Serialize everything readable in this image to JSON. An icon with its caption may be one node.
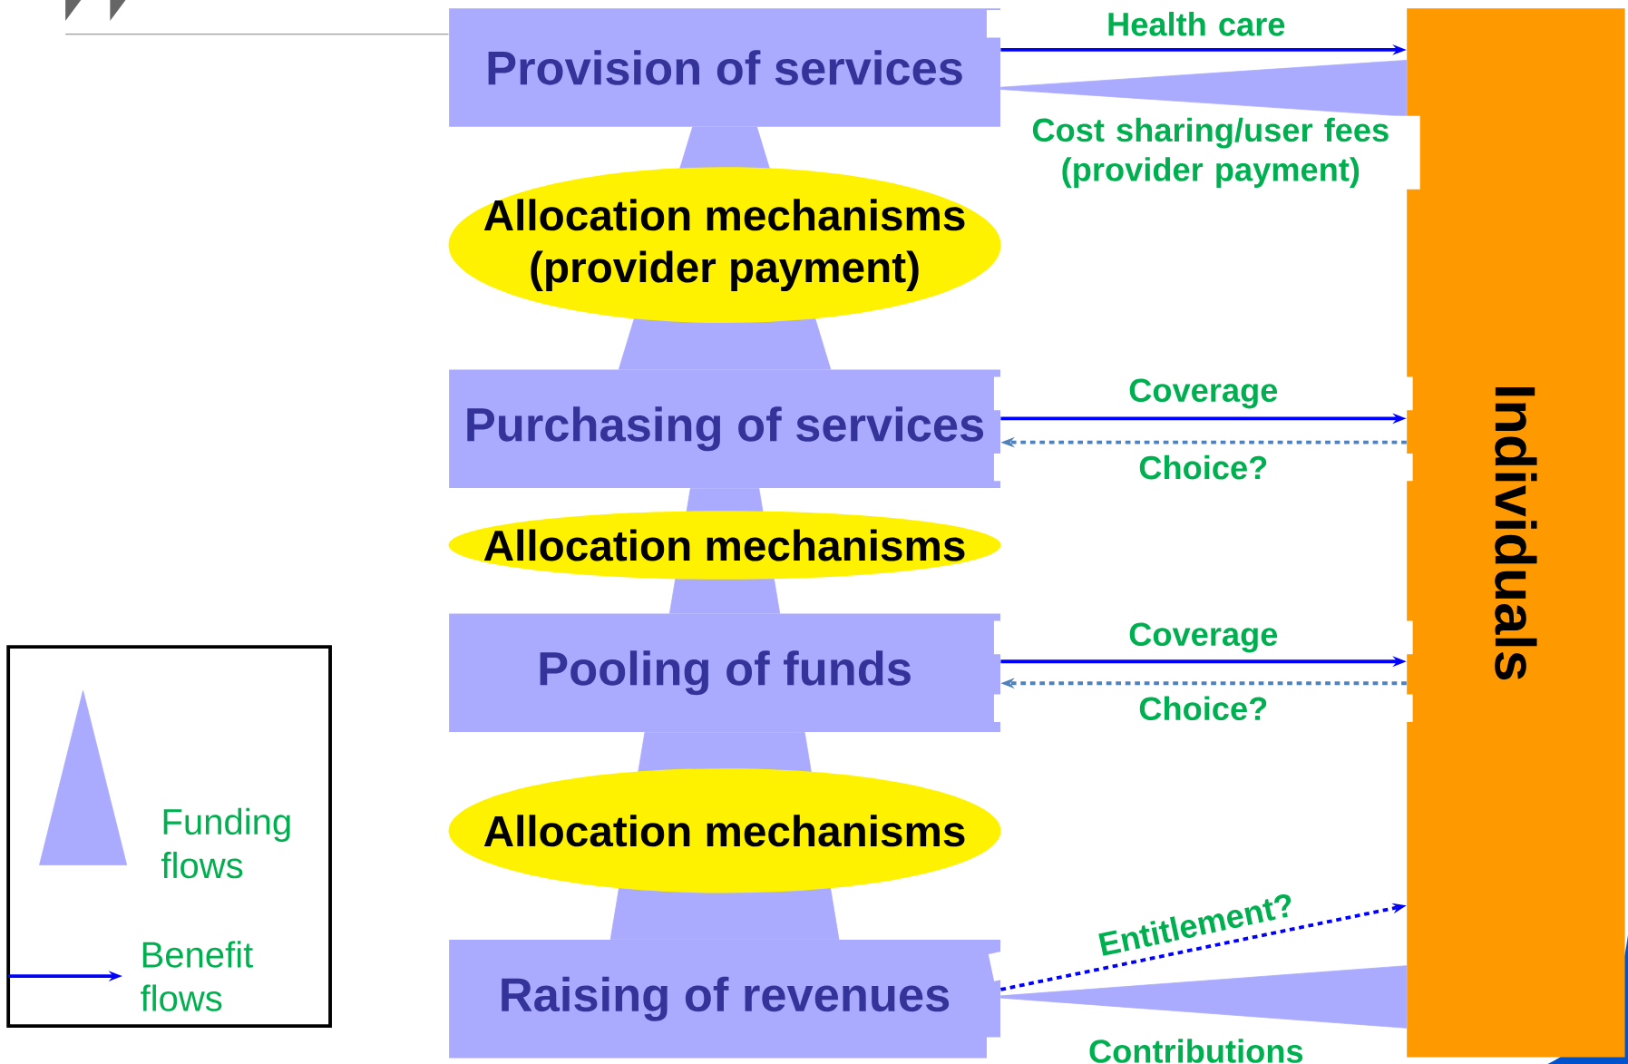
{
  "diagram": {
    "nodes": [
      {
        "text": [
          "Provision of services"
        ]
      },
      {
        "text": [
          "Allocation mechanisms (provider payment)"
        ]
      },
      {
        "text": [
          "Purchasing of services"
        ]
      },
      {
        "text": [
          "Allocation mechanisms"
        ]
      },
      {
        "text": [
          "Pooling of funds"
        ]
      },
      {
        "text": [
          "Allocation mechanisms"
        ]
      },
      {
        "text": [
          "Raising of revenues"
        ]
      },
      {
        "text": [
          "Individuals"
        ]
      }
    ],
    "edges": [
      {
        "from": 0,
        "to": 7,
        "arrow": "to",
        "label": "Health care"
      },
      {
        "from": 7,
        "to": 0,
        "arrow": "none",
        "label": "Cost sharing/user fees (provider payment)",
        "style": "thick",
        "color": "#aaaaff"
      },
      {
        "from": 2,
        "to": 7,
        "arrow": "to",
        "label": "Coverage"
      },
      {
        "from": 7,
        "to": 2,
        "arrow": "to",
        "label": "Choice?",
        "style": "dashed",
        "color": "#4f81bd"
      },
      {
        "from": 4,
        "to": 7,
        "arrow": "to",
        "label": "Coverage"
      },
      {
        "from": 7,
        "to": 4,
        "arrow": "to",
        "label": "Choice?",
        "style": "dashed",
        "color": "#4f81bd"
      },
      {
        "from": 6,
        "to": 7,
        "arrow": "to",
        "label": "Entitlement?",
        "style": "dashed"
      },
      {
        "from": 7,
        "to": 6,
        "arrow": "none",
        "label": "Contributions",
        "style": "thick",
        "color": "#aaaaff"
      },
      {
        "from": 6,
        "to": 4,
        "arrow": "none",
        "style": "thick",
        "color": "#aaaaff"
      },
      {
        "from": 4,
        "to": 2,
        "arrow": "none",
        "style": "thick",
        "color": "#aaaaff"
      },
      {
        "from": 2,
        "to": 0,
        "arrow": "none",
        "style": "thick",
        "color": "#aaaaff"
      }
    ],
    "legend": [
      {
        "text": "Funding flows"
      },
      {
        "text": "Benefit flows"
      }
    ]
  }
}
